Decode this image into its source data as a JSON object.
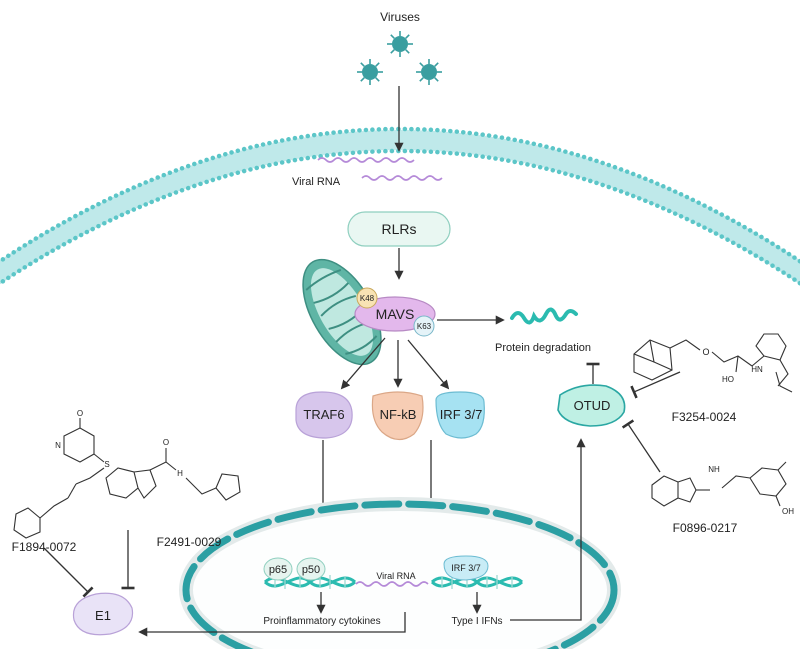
{
  "labels": {
    "viruses": "Viruses",
    "viral_rna_top": "Viral RNA",
    "rlrs": "RLRs",
    "mavs": "MAVS",
    "k48": "K48",
    "k63": "K63",
    "protein_degradation": "Protein degradation",
    "traf6": "TRAF6",
    "nfkb": "NF-kB",
    "irf37": "IRF 3/7",
    "otud": "OTUD",
    "f3254": "F3254-0024",
    "f0896": "F0896-0217",
    "f2491": "F2491-0029",
    "f1894": "F1894-0072",
    "e1": "E1",
    "p65": "p65",
    "p50": "p50",
    "viral_rna_nucleus": "Viral RNA",
    "irf37_nucleus": "IRF 3/7",
    "proinflammatory": "Proinflammatory cytokines",
    "type1_ifns": "Type I IFNs"
  },
  "chem_atoms": {
    "o": "O",
    "nh": "NH",
    "n": "N",
    "s": "S",
    "h": "H",
    "ho": "HO",
    "oh": "OH",
    "hn": "HN"
  },
  "colors": {
    "membrane": "#5cc6c8",
    "teal": "#2aa7a3",
    "traf6": "#d7c6ec",
    "nfkb": "#f7cdb4",
    "irf": "#a6e2f2",
    "mavs": "#e3b8ec",
    "otud": "#bff0e4",
    "virus": "#3a9ea0",
    "rna": "#b58ad8",
    "e1": "#e9e3f7"
  }
}
